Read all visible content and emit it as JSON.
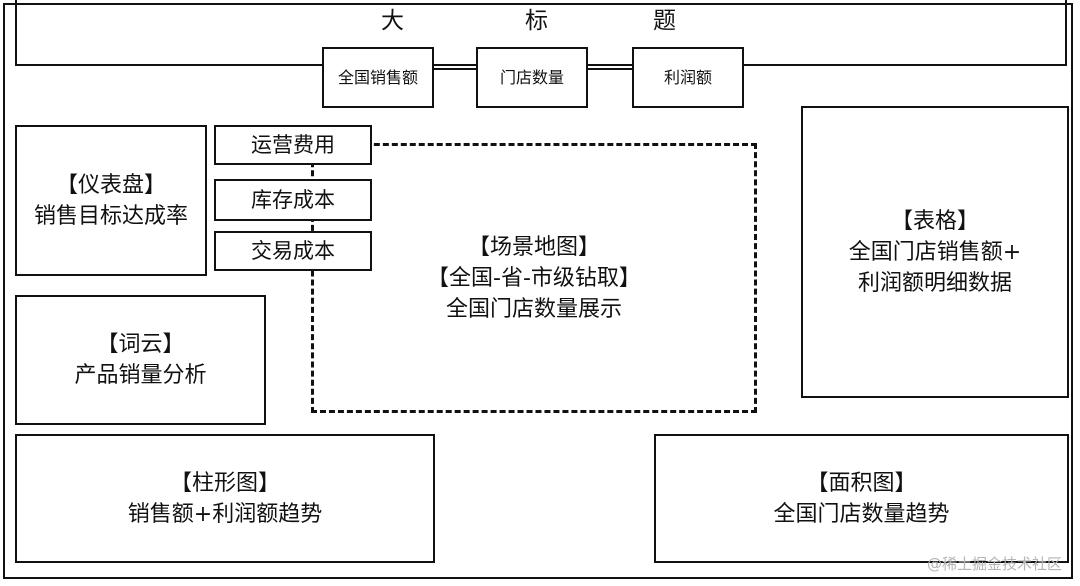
{
  "title": {
    "chars": [
      "大",
      "标",
      "题"
    ]
  },
  "kpis": [
    "全国销售额",
    "门店数量",
    "利润额"
  ],
  "dashboard": {
    "heading": "【仪表盘】",
    "desc": "销售目标达成率"
  },
  "cost_items": [
    "运营费用",
    "库存成本",
    "交易成本"
  ],
  "wordcloud": {
    "heading": "【词云】",
    "desc": "产品销量分析"
  },
  "scene_map": {
    "heading": "【场景地图】",
    "line2": "【全国-省-市级钻取】",
    "desc": "全国门店数量展示"
  },
  "table": {
    "heading": "【表格】",
    "line2": "全国门店销售额+",
    "line3": "利润额明细数据"
  },
  "bar_chart": {
    "heading": "【柱形图】",
    "desc": "销售额+利润额趋势"
  },
  "area_chart": {
    "heading": "【面积图】",
    "desc": "全国门店数量趋势"
  },
  "watermark": "@稀土掘金技术社区"
}
